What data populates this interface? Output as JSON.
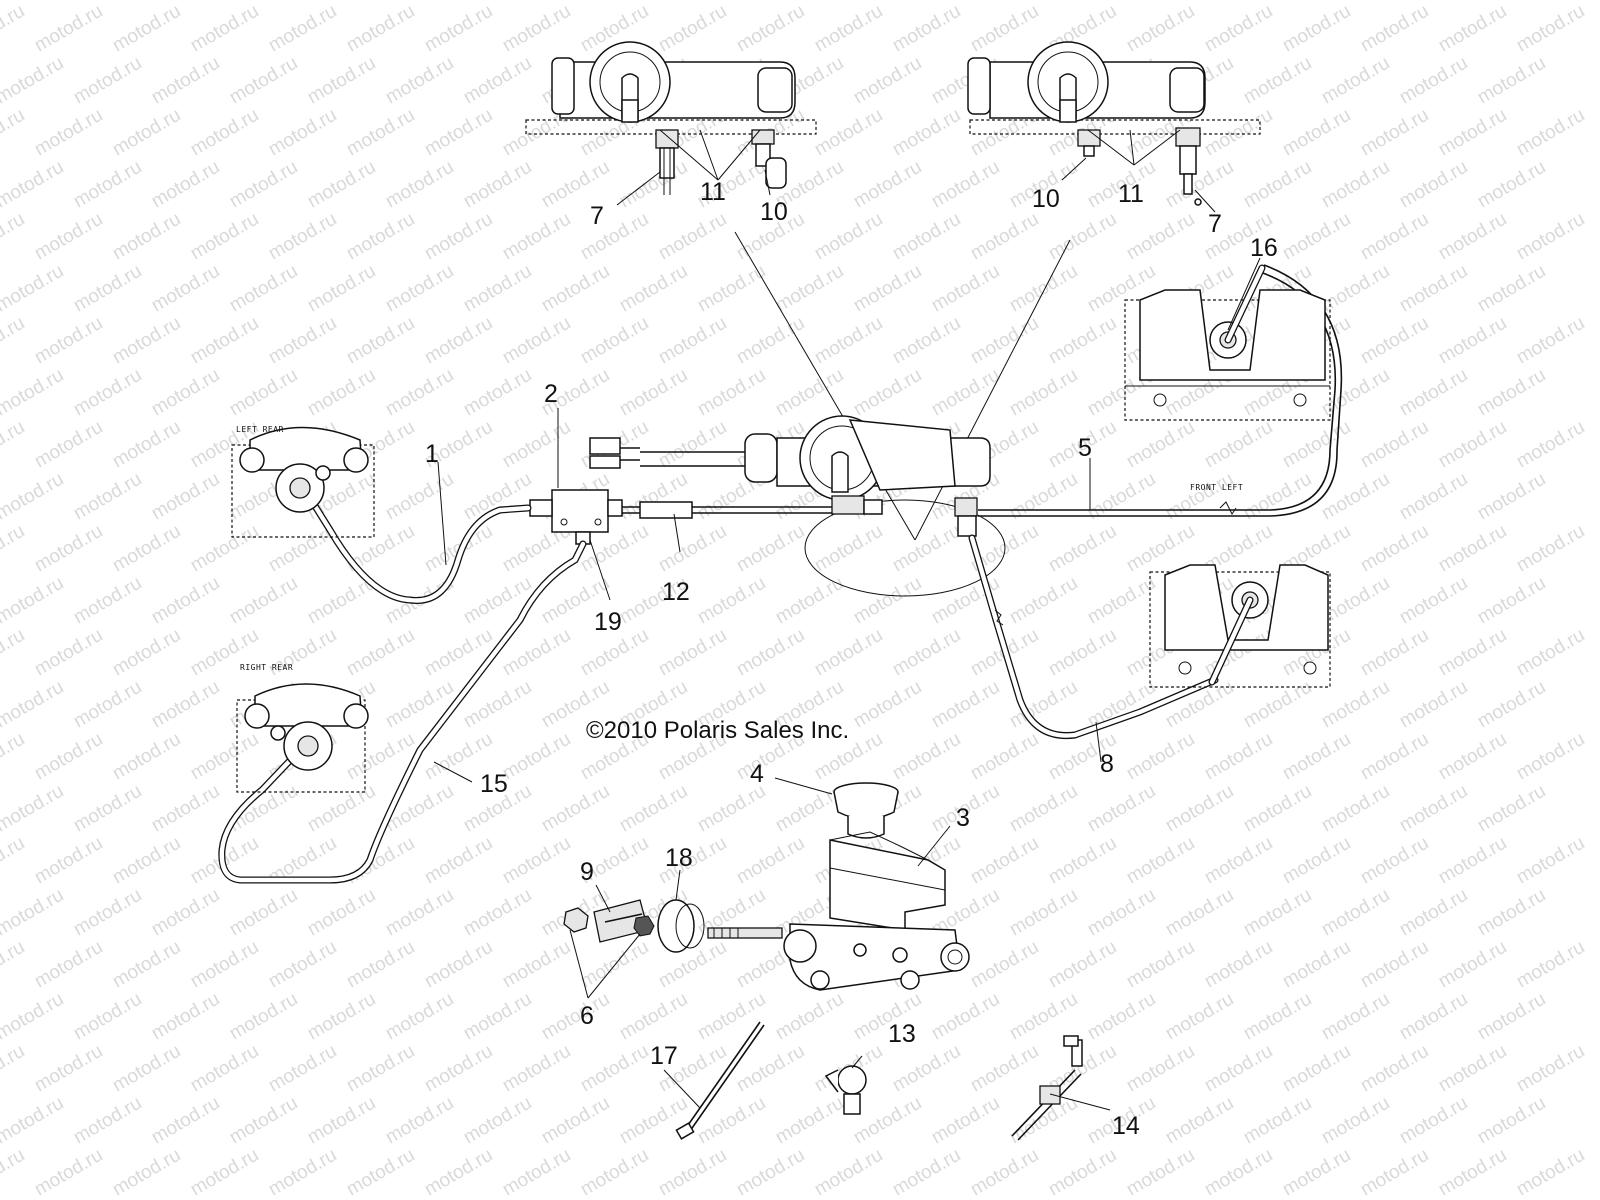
{
  "copyright": "©2010 Polaris Sales Inc.",
  "watermark_text": "motod.ru",
  "caliper_labels": {
    "left_rear": "LEFT REAR",
    "right_rear": "RIGHT REAR",
    "front_left": "FRONT LEFT"
  },
  "callouts": {
    "c1": "1",
    "c2": "2",
    "c3": "3",
    "c4": "4",
    "c5": "5",
    "c6": "6",
    "c7a": "7",
    "c7b": "7",
    "c8": "8",
    "c9": "9",
    "c10a": "10",
    "c10b": "10",
    "c11a": "11",
    "c11b": "11",
    "c12": "12",
    "c13": "13",
    "c14": "14",
    "c15": "15",
    "c16": "16",
    "c17": "17",
    "c18": "18",
    "c19": "19"
  },
  "colors": {
    "line": "#111111",
    "watermark": "#d9d9d9",
    "background": "#ffffff"
  }
}
